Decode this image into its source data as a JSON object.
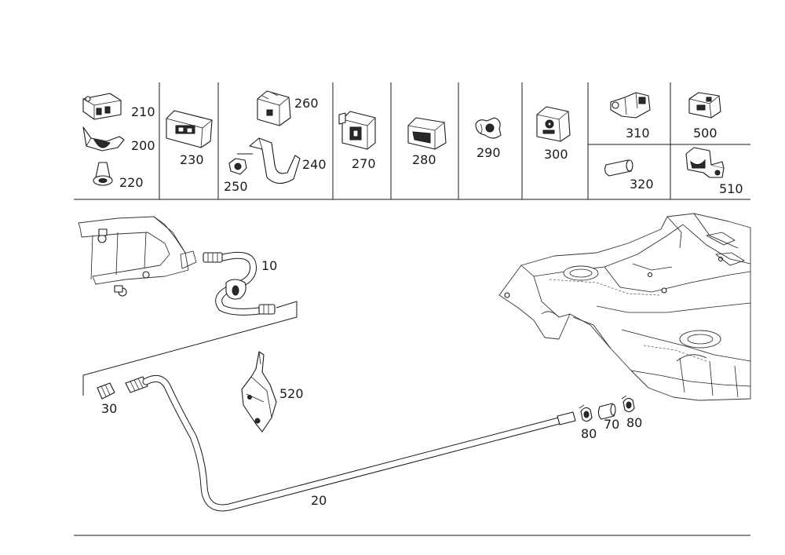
{
  "parts_table": {
    "cells": [
      {
        "labels": [
          "210",
          "200",
          "220"
        ]
      },
      {
        "labels": [
          "230"
        ]
      },
      {
        "labels": [
          "260",
          "240",
          "250"
        ]
      },
      {
        "labels": [
          "270"
        ]
      },
      {
        "labels": [
          "280"
        ]
      },
      {
        "labels": [
          "290"
        ]
      },
      {
        "labels": [
          "300"
        ]
      },
      {
        "labels": [
          "310",
          "320"
        ]
      },
      {
        "labels": [
          "500",
          "510"
        ]
      }
    ]
  },
  "callouts": {
    "line_10": "10",
    "line_20": "20",
    "connector_30": "30",
    "clamp_80_left": "80",
    "hose_70": "70",
    "clamp_80_right": "80",
    "bracket_520": "520"
  }
}
